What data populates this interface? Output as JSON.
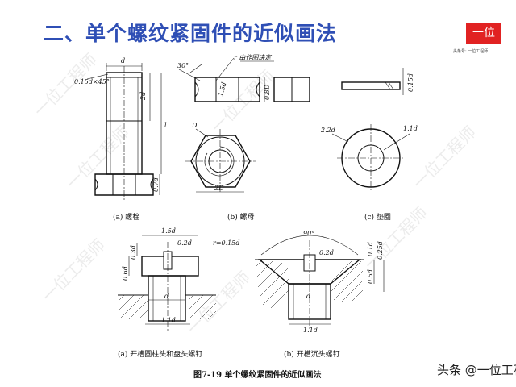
{
  "header": {
    "title": "二、单个螺纹紧固件的近似画法"
  },
  "logo": {
    "text": "一位",
    "subtitle": "头条号: 一位工程师"
  },
  "watermark": "一位工程师",
  "captions": {
    "bolt": "(a) 螺栓",
    "nut": "(b) 螺母",
    "washer": "(c) 垫圈",
    "screw_cyl": "(a) 开槽圆柱头和盘头螺钉",
    "screw_csk": "(b) 开槽沉头螺钉"
  },
  "figure_caption": "图7-19 单个螺纹紧固件的近似画法",
  "brand": "头条 @一位工程师",
  "dims": {
    "d": "d",
    "chamfer": "0.15d×45°",
    "two_d": "2d",
    "l": "l",
    "h07": "0.7d",
    "deg30": "30°",
    "r_note": "r 由作图决定",
    "d15": "1.5d",
    "d08": "0.8D",
    "D": "D",
    "twoD": "2D",
    "d015": "0.15d",
    "d22": "2.2d",
    "d11": "1.1d",
    "s15": "1.5d",
    "s02": "0.2d",
    "s03": "0.3d",
    "s06": "0.6d",
    "sr": "r=0.15d",
    "sd": "d",
    "s11": "1.1d",
    "deg90": "90°",
    "c02": "0.2d",
    "c01": "0.1d",
    "c025": "0.25d",
    "c05": "0.5d",
    "cd": "d",
    "c11": "1.1d"
  }
}
